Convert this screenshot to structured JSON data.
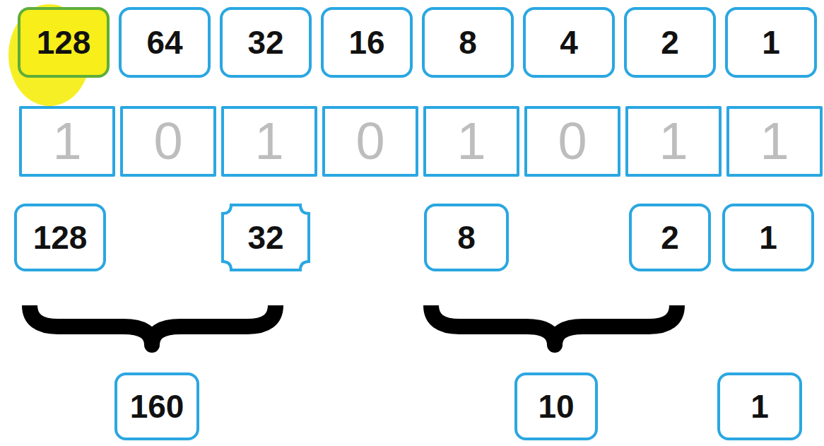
{
  "diagram": {
    "nodes": [
      {
        "text": [
          "128"
        ]
      },
      {
        "text": [
          "64"
        ]
      },
      {
        "text": [
          "32"
        ]
      },
      {
        "text": [
          "16"
        ]
      },
      {
        "text": [
          "8"
        ]
      },
      {
        "text": [
          "4"
        ]
      },
      {
        "text": [
          "2"
        ]
      },
      {
        "text": [
          "1"
        ]
      },
      {
        "text": [
          "1"
        ]
      },
      {
        "text": [
          "0"
        ]
      },
      {
        "text": [
          "1"
        ]
      },
      {
        "text": [
          "0"
        ]
      },
      {
        "text": [
          "1"
        ]
      },
      {
        "text": [
          "0"
        ]
      },
      {
        "text": [
          "1"
        ]
      },
      {
        "text": [
          "1"
        ]
      },
      {
        "text": [
          "128"
        ]
      },
      {
        "text": [
          "32"
        ]
      },
      {
        "text": [
          "8"
        ]
      },
      {
        "text": [
          "2"
        ]
      },
      {
        "text": [
          "1"
        ]
      },
      {
        "text": [
          "160"
        ]
      },
      {
        "text": [
          "10"
        ]
      },
      {
        "text": [
          "1"
        ]
      }
    ]
  }
}
